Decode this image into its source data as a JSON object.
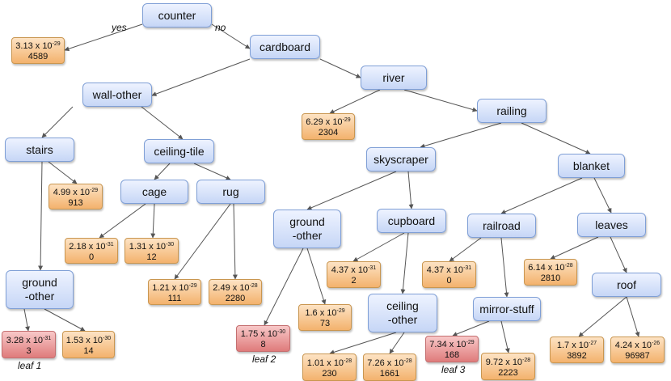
{
  "colors": {
    "node_border": "#7f9fd6",
    "leaf_orange": "#f3b26d",
    "leaf_red": "#df7b7b",
    "edge": "#555555"
  },
  "branch_labels": {
    "yes": "yes",
    "no": "no"
  },
  "nodes": {
    "counter": "counter",
    "cardboard": "cardboard",
    "wall_other": "wall-other",
    "river": "river",
    "railing": "railing",
    "stairs": "stairs",
    "ceiling_tile": "ceiling-tile",
    "cage": "cage",
    "rug": "rug",
    "skyscraper": "skyscraper",
    "blanket": "blanket",
    "ground_other_1": "ground\n-other",
    "ground_other_2": "ground\n-other",
    "cupboard": "cupboard",
    "railroad": "railroad",
    "leaves": "leaves",
    "roof": "roof",
    "ceiling_other": "ceiling\n-other",
    "mirror_stuff": "mirror-stuff"
  },
  "leaves": [
    {
      "mant": "3.13",
      "exp": "-29",
      "count": "4589",
      "color": "orange"
    },
    {
      "mant": "6.29",
      "exp": "-29",
      "count": "2304",
      "color": "orange"
    },
    {
      "mant": "4.99",
      "exp": "-29",
      "count": "913",
      "color": "orange"
    },
    {
      "mant": "2.18",
      "exp": "-31",
      "count": "0",
      "color": "orange"
    },
    {
      "mant": "1.31",
      "exp": "-30",
      "count": "12",
      "color": "orange"
    },
    {
      "mant": "1.21",
      "exp": "-29",
      "count": "111",
      "color": "orange"
    },
    {
      "mant": "2.49",
      "exp": "-28",
      "count": "2280",
      "color": "orange"
    },
    {
      "mant": "3.28",
      "exp": "-31",
      "count": "3",
      "color": "red",
      "label": "leaf 1"
    },
    {
      "mant": "1.53",
      "exp": "-30",
      "count": "14",
      "color": "orange"
    },
    {
      "mant": "1.75",
      "exp": "-30",
      "count": "8",
      "color": "red",
      "label": "leaf 2"
    },
    {
      "mant": "1.6",
      "exp": "-29",
      "count": "73",
      "color": "orange"
    },
    {
      "mant": "4.37",
      "exp": "-31",
      "count": "2",
      "color": "orange"
    },
    {
      "mant": "1.01",
      "exp": "-28",
      "count": "230",
      "color": "orange"
    },
    {
      "mant": "7.26",
      "exp": "-28",
      "count": "1661",
      "color": "orange"
    },
    {
      "mant": "4.37",
      "exp": "-31",
      "count": "0",
      "color": "orange"
    },
    {
      "mant": "7.34",
      "exp": "-29",
      "count": "168",
      "color": "red",
      "label": "leaf 3"
    },
    {
      "mant": "9.72",
      "exp": "-28",
      "count": "2223",
      "color": "orange"
    },
    {
      "mant": "6.14",
      "exp": "-28",
      "count": "2810",
      "color": "orange"
    },
    {
      "mant": "1.7",
      "exp": "-27",
      "count": "3892",
      "color": "orange"
    },
    {
      "mant": "4.24",
      "exp": "-26",
      "count": "96987",
      "color": "orange"
    }
  ]
}
